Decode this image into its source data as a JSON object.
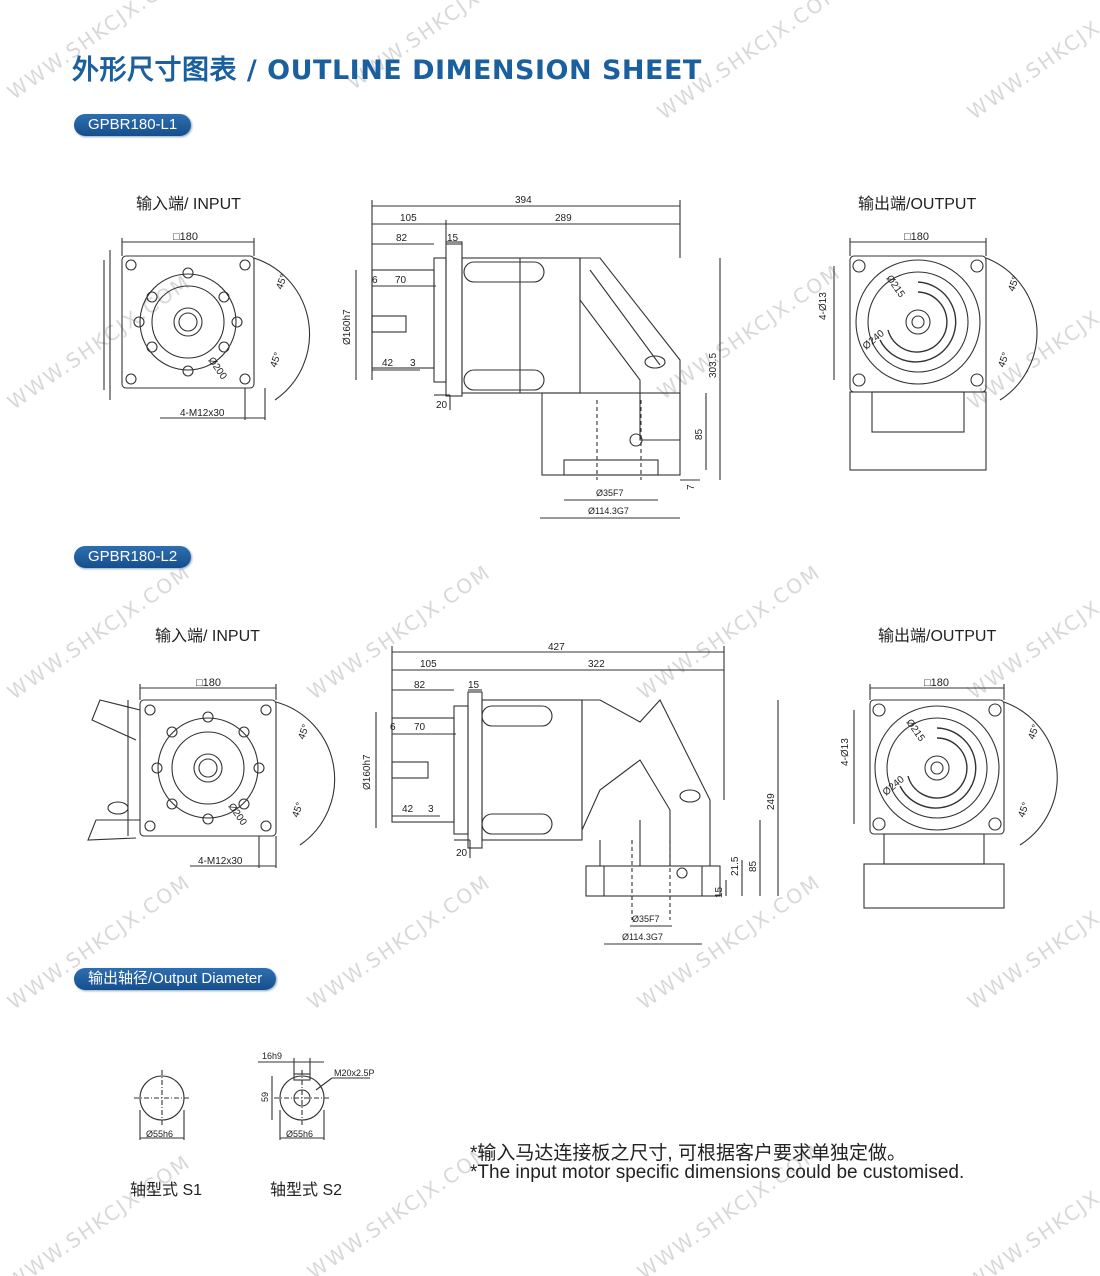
{
  "watermark": "WWW.SHKCJX.COM",
  "colors": {
    "title": "#1a5f9e",
    "badge": "#1f5d9f",
    "line": "#333333"
  },
  "title": "外形尺寸图表 / OUTLINE DIMENSION SHEET",
  "sections": [
    {
      "model": "GPBR180-L1",
      "input_label": "输入端/ INPUT",
      "output_label": "输出端/OUTPUT",
      "input_view": {
        "square": "□180",
        "angle1": "45°",
        "angle2": "45°",
        "pcd": "Ø200",
        "thread": "4-M12x30"
      },
      "side_view": {
        "total": "394",
        "d105": "105",
        "d289": "289",
        "d82": "82",
        "d15": "15",
        "d6": "6",
        "d70": "70",
        "d42": "42",
        "d3": "3",
        "d20": "20",
        "dia160": "Ø160h7",
        "h303": "303.5",
        "h85": "85",
        "h7": "7",
        "dia35": "Ø35F7",
        "dia114": "Ø114.3G7"
      },
      "output_view": {
        "square": "□180",
        "holes": "4-Ø13",
        "pcd215": "Ø215",
        "pcd240": "Ø240",
        "angle1": "45°",
        "angle2": "45°"
      }
    },
    {
      "model": "GPBR180-L2",
      "input_label": "输入端/ INPUT",
      "output_label": "输出端/OUTPUT",
      "input_view": {
        "square": "□180",
        "angle1": "45°",
        "angle2": "45°",
        "pcd": "Ø200",
        "thread": "4-M12x30"
      },
      "side_view": {
        "total": "427",
        "d105": "105",
        "d322": "322",
        "d82": "82",
        "d15": "15",
        "d6": "6",
        "d70": "70",
        "d42": "42",
        "d3": "3",
        "d20": "20",
        "dia160": "Ø160h7",
        "h249": "249",
        "h85": "85",
        "h21": "21.5",
        "h15": "15",
        "dia35": "Ø35F7",
        "dia114": "Ø114.3G7"
      },
      "output_view": {
        "square": "□180",
        "holes": "4-Ø13",
        "pcd215": "Ø215",
        "pcd240": "Ø240",
        "angle1": "45°",
        "angle2": "45°"
      }
    }
  ],
  "output_diameter": {
    "badge": "输出轴径/Output Diameter",
    "s1": {
      "dia": "Ø55h6",
      "label": "轴型式  S1"
    },
    "s2": {
      "dia": "Ø55h6",
      "key": "16h9",
      "depth": "59",
      "thread": "M20x2.5P",
      "label": "轴型式  S2"
    }
  },
  "notes": {
    "cn": "*输入马达连接板之尺寸, 可根据客户要求单独定做。",
    "en": "*The input motor specific dimensions could be customised."
  }
}
